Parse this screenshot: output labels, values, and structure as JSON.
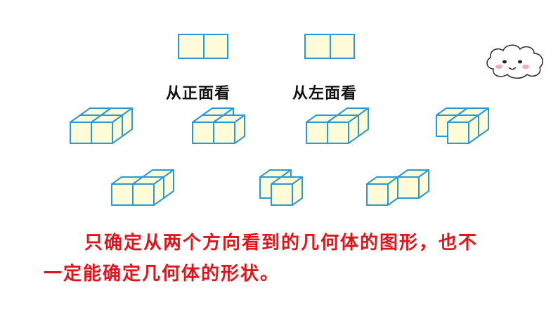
{
  "views": [
    {
      "label": "从正面看"
    },
    {
      "label": "从左面看"
    }
  ],
  "caption": {
    "line1": "只确定从两个方向看到的几何体的图形，也不",
    "line2": "一定能确定几何体的形状。"
  },
  "colors": {
    "cube_edge": "#2a9ad6",
    "cube_face": "#fffbd8",
    "caption_text": "#e0141b"
  },
  "figures": [
    {
      "name": "solid-4-cubes-square"
    },
    {
      "name": "solid-3-cubes-back-left"
    },
    {
      "name": "solid-3-cubes-back-right"
    },
    {
      "name": "solid-3-cubes-front-right"
    },
    {
      "name": "solid-3-cubes-back-right-variant"
    },
    {
      "name": "solid-2-cubes-diagonal"
    },
    {
      "name": "solid-2-cubes-offset"
    }
  ]
}
